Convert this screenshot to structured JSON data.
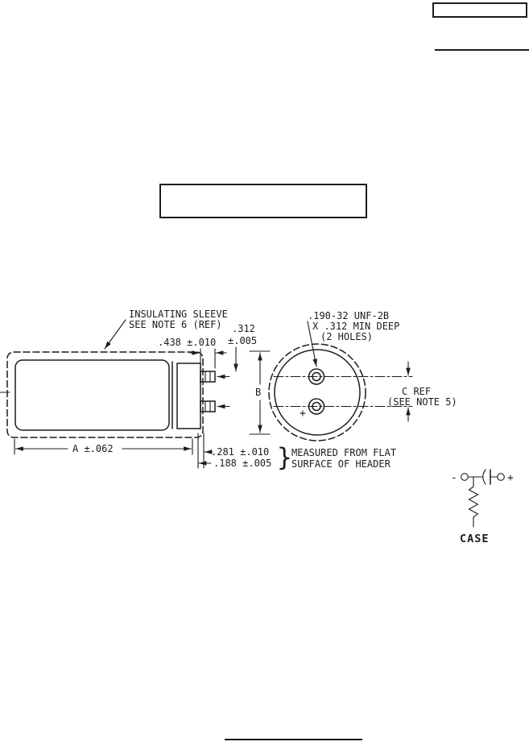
{
  "drawing": {
    "sleeve_note": {
      "line1": "INSULATING SLEEVE",
      "line2": "SEE NOTE 6 (REF)"
    },
    "thread_callout": {
      "line1": ".190-32 UNF-2B",
      "line2": "X .312 MIN DEEP",
      "line3": "(2 HOLES)"
    },
    "dims": {
      "stud": ".438 ±.010",
      "offset_value": ".312",
      "offset_tol": "±.005",
      "diameter": "B",
      "spacing_line1": "C REF",
      "spacing_line2": "(SEE NOTE 5)",
      "length": "A ±.062",
      "terminal_long": ".281 ±.010",
      "terminal_short": ".188 ±.005"
    },
    "measured_note": {
      "brace": "}",
      "line1": "MEASURED FROM FLAT",
      "line2": "SURFACE OF HEADER"
    },
    "polarity_plus": "+"
  },
  "schematic": {
    "minus_label": "-",
    "plus_label": "+",
    "case_label": "CASE"
  }
}
